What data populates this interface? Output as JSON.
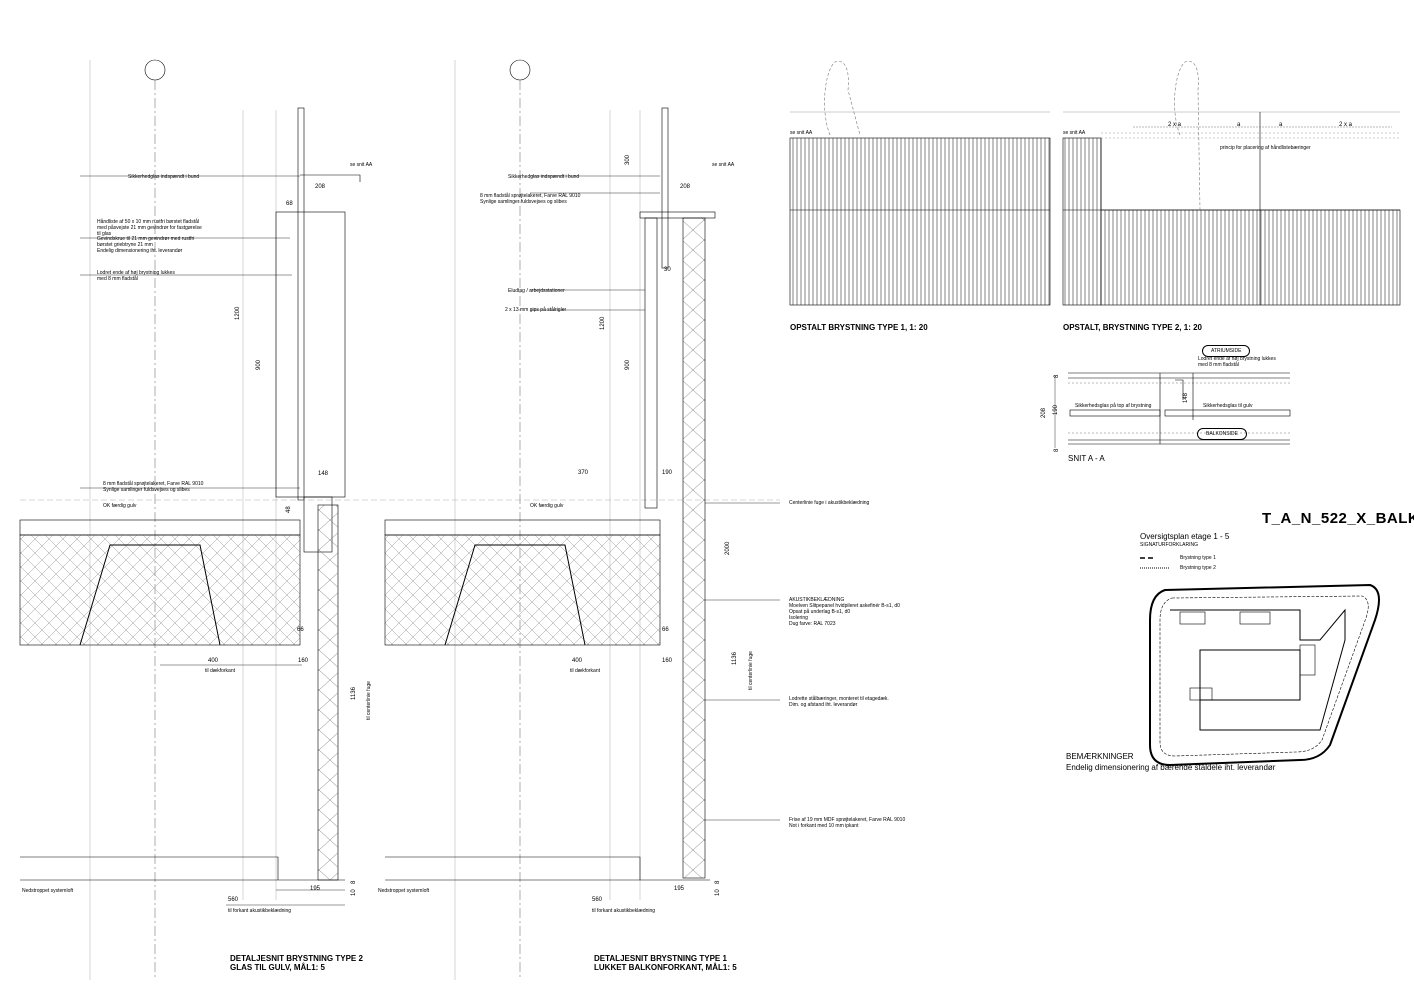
{
  "sheet_id": "T_A_N_522_X_BALK",
  "detail_left": {
    "title_1": "DETALJESNIT BRYSTNING TYPE 2",
    "title_2": "GLAS TIL GULV, MÅL1: 5",
    "notes": [
      "Sikkerhedglas indspændt i bund",
      "Håndliste af 50 x 10 mm rustfri børstet fladstål\nmed påsvejste 21 mm gevindrør for fastgørelse\ntil glas",
      "Gevindskrue til 21 mm gevindrør med rustfri\nbørstet griebtryne 21 mm\nEndelig dimensionering iht. leverandør",
      "Lodret ende af høj brystning lukkes\nmed 8 mm fladstål",
      "8 mm fladstål sprøjtelakeret, Farve RAL 9010\nSynlige samlinger fuldsvejses og slibes",
      "OK færdig gulv",
      "Nedstroppet systemloft",
      "til dækforkant",
      "til forkant akustikbeklædning",
      "til centerlinie fuge",
      "se snit AA"
    ],
    "dims": [
      "208",
      "68",
      "1200",
      "900",
      "148",
      "48",
      "66",
      "400",
      "160",
      "1136",
      "560",
      "195",
      "10",
      "8"
    ]
  },
  "detail_right": {
    "title_1": "DETALJESNIT BRYSTNING TYPE 1",
    "title_2": "LUKKET BALKONFORKANT, MÅL1: 5",
    "notes": [
      "Sikkerhedglas indspændt i bund",
      "8 mm fladstål sprøjtelakeret, Farve RAL 9010\nSynlige samlinger fuldsvejses og slibes",
      "Eludtag / arbejdsstationer",
      "2 x 13 mm gips på stålrigler",
      "OK færdig gulv",
      "Nedstroppet systemloft",
      "til dækforkant",
      "til forkant akustikbeklædning",
      "til centerlinie fuge",
      "se snit AA"
    ],
    "dims": [
      "300",
      "208",
      "30",
      "1200",
      "900",
      "370",
      "190",
      "2000",
      "66",
      "400",
      "160",
      "1136",
      "560",
      "195",
      "10",
      "8"
    ]
  },
  "right_notes": [
    "Centerlinie fuge i akustikbeklædning",
    "AKUSTIKBEKLÆDNING\nMoelven Slitpepanel hvidpileret askefinér B-s1, d0\nOpsat på underlag B-s1, d0\nIsolering\nDug farve: RAL 7023",
    "Lodrette stålbæringer, monteret til etagedæk.\nDim. og afstand iht. leverandør",
    "Frise af 19 mm MDF sprøjtelakeret, Farve RAL 9010\nNot i forkant med 10 mm ipkant"
  ],
  "elevation_1": {
    "title": "OPSTALT BRYSTNING TYPE 1, 1: 20",
    "section_ref": "se snit AA"
  },
  "elevation_2": {
    "title": "OPSTALT, BRYSTNING TYPE 2, 1: 20",
    "section_ref": "se snit AA",
    "spacing": [
      "2 x a",
      "a",
      "a",
      "2 x a"
    ],
    "note": "princip for placering af håndlisteb­æringer"
  },
  "section_aa": {
    "title": "SNIT A - A",
    "atrium": "ATRIUMSIDE",
    "balkon": "BALKONSIDE",
    "note": "Lodret ende af høj brystning lukkes\nmed 8 mm fladstål",
    "left_label": "Sikkerhedsglas på top af brystning",
    "right_label": "Sikkerhedsglas til gulv",
    "dims": [
      "208",
      "190",
      "148",
      "8",
      "8"
    ]
  },
  "plan": {
    "title": "Oversigtsplan etage 1 - 5",
    "legend_title": "SIGNATURFORKLARING",
    "legend": [
      "Brystning type 1",
      "Brystning type 2"
    ]
  },
  "remarks": {
    "title": "BEMÆRKNINGER",
    "text": "Endelig dimensionering af bærende ståldele iht. leverandør"
  }
}
